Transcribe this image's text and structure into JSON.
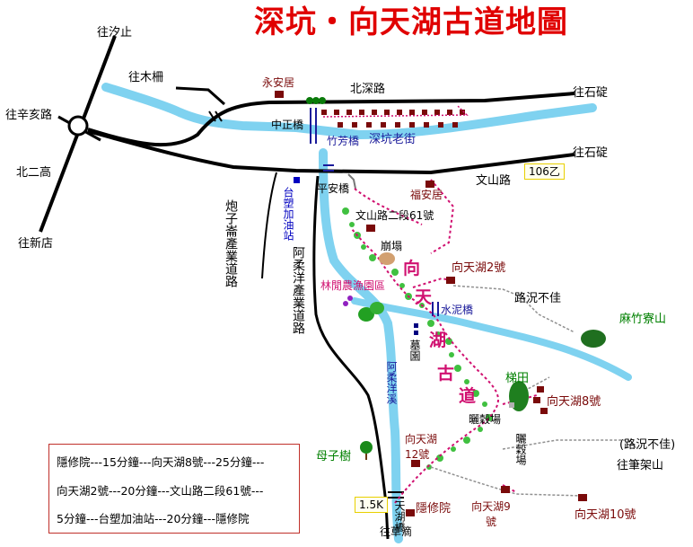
{
  "title": "深坑・向天湖古道地圖",
  "colors": {
    "title": "#e00000",
    "road": "#000000",
    "river": "#7fd2f0",
    "trail": "#d01070",
    "poi": "#7a0a0a",
    "bridge": "#000080",
    "green_text": "#008000",
    "blue_text": "#0000c0"
  },
  "directions": {
    "xizhi": "往汐止",
    "muzha": "往木柵",
    "xinhai": "往辛亥路",
    "xindian": "往新店",
    "shiding_top": "往石碇",
    "shiding_mid": "往石碇",
    "caohu": "往草滴",
    "bijiashan": "往筆架山"
  },
  "roads": {
    "beier": "北二高",
    "beishen": "北深路",
    "wenshan": "文山路",
    "route_sign": "106乙",
    "paozi": "炮子崙產業道路",
    "arouyang": "阿柔洋產業道路"
  },
  "rivers": {
    "arouyang_creek": "阿柔洋溪"
  },
  "places": {
    "yonganju": "永安居",
    "zhongzheng_bridge": "中正橋",
    "zhufang_bridge": "竹芳橋",
    "old_street": "深坑老街",
    "pingan_bridge": "平安橋",
    "gas_station": "台塑加油站",
    "fuanju": "福安居",
    "wenshan_61": "文山路二段61號",
    "landslide": "崩塌",
    "xiangtianhu_2": "向天湖2號",
    "road_bad_1": "路況不佳",
    "linjian_farm": "林閒農漁園區",
    "cement_bridge": "水泥橋",
    "cemetery": "墓園",
    "malinzhuliaoshan": "麻竹寮山",
    "titian": "梯田",
    "xiangtianhu_8": "向天湖8號",
    "drying_field_1": "曬穀場",
    "drying_field_2": "曬穀場",
    "road_bad_2": "(路況不佳)",
    "muzishu": "母子樹",
    "xiangtianhu_12": "向天湖12號",
    "sign_15k": "1.5K",
    "tianhu_bridge": "天湖橋",
    "yinxiuyuan": "隱修院",
    "xiangtianhu_9": "向天湖9號",
    "xiangtianhu_10": "向天湖10號"
  },
  "trail_label": [
    "向",
    "天",
    "湖",
    "古",
    "道"
  ],
  "legend": [
    "隱修院---15分鐘---向天湖8號---25分鐘---",
    "向天湖2號---20分鐘---文山路二段61號---",
    "5分鐘---台塑加油站---20分鐘---隱修院"
  ]
}
